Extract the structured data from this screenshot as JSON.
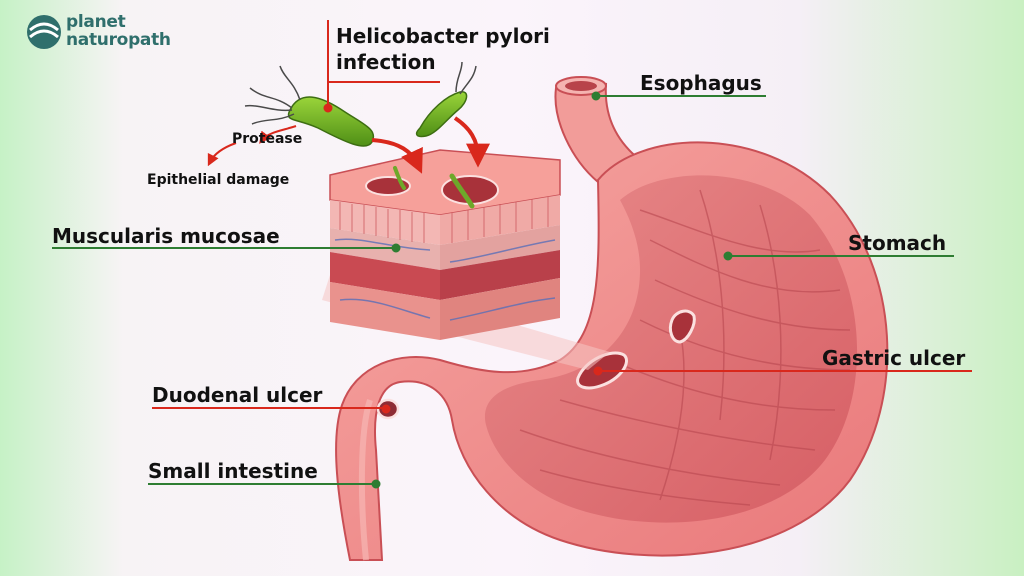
{
  "brand": {
    "line1": "planet",
    "line2": "naturopath",
    "color": "#2f6f6c"
  },
  "labels": {
    "pylori_line1": "Helicobacter pylori",
    "pylori_line2": "infection",
    "protease": "Protease",
    "epithelial": "Epithelial damage",
    "muscularis": "Muscularis mucosae",
    "duodenal": "Duodenal ulcer",
    "small_intestine": "Small intestine",
    "esophagus": "Esophagus",
    "stomach": "Stomach",
    "gastric": "Gastric ulcer"
  },
  "colors": {
    "green_leader": "#2e7d32",
    "red_leader": "#d9281c",
    "tissue": "#f08d8d",
    "tissue_dark": "#c94f55",
    "bacteria": "#7ab829"
  }
}
